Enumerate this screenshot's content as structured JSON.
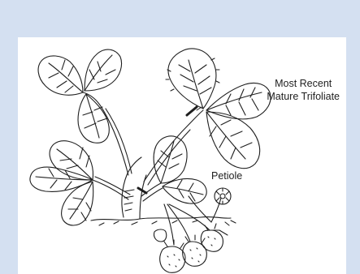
{
  "labels": {
    "trifoliate_line_1": "Most Recent",
    "trifoliate_line_2": "Mature Trifoliate",
    "petiole": "Petiole"
  },
  "colors": {
    "outer_background": "#d4e0f1",
    "panel_background": "#ffffff",
    "ink": "#1e1e1e"
  },
  "icons": {
    "illustration": "strawberry-plant-line-drawing"
  }
}
